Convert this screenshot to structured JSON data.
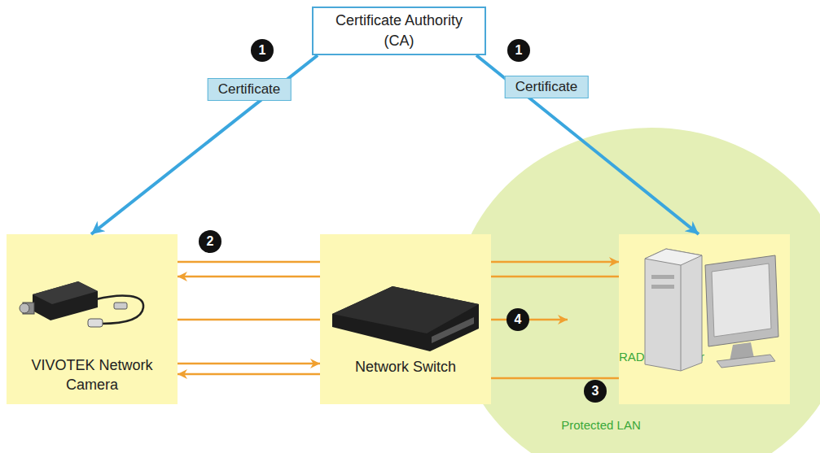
{
  "diagram": {
    "nodes": [
      {
        "text": [
          "Certificate Authority (CA)"
        ]
      },
      {
        "text": [
          "VIVOTEK Network Camera"
        ]
      },
      {
        "text": [
          "Network Switch"
        ]
      },
      {
        "text": [
          "Protected LAN"
        ]
      },
      {
        "text": [
          "RADIUS Server"
        ],
        "in": 3
      }
    ],
    "edges": [
      {
        "from": 0,
        "to": 1,
        "label": "Certificate",
        "arrow": "to"
      },
      {
        "from": 0,
        "to": 4,
        "label": "Certificate",
        "arrow": "to"
      },
      {
        "from": 1,
        "to": 2,
        "arrow": "none"
      },
      {
        "from": 2,
        "to": 1,
        "arrow": "to"
      },
      {
        "from": 2,
        "to": 4,
        "arrow": "to"
      },
      {
        "from": 2,
        "to": 4,
        "arrow": "none"
      },
      {
        "from": 1,
        "to": 2,
        "arrow": "none"
      },
      {
        "from": 1,
        "to": 2,
        "arrow": "to"
      },
      {
        "from": 2,
        "to": 1,
        "arrow": "to"
      },
      {
        "from": 4,
        "to": 2,
        "arrow": "none"
      }
    ],
    "labels": [
      "1",
      "1",
      "2",
      "4",
      "3"
    ]
  }
}
